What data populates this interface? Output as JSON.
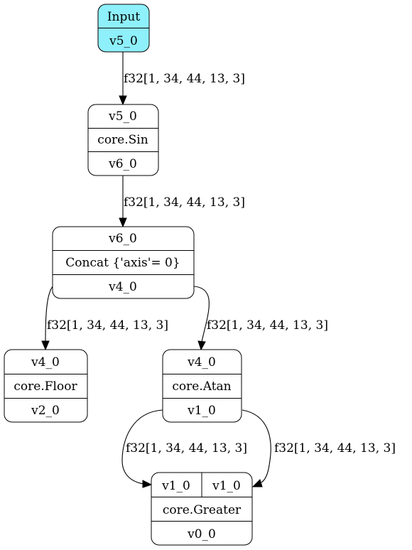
{
  "nodes": {
    "input": {
      "title": "Input",
      "output": "v5_0"
    },
    "sin": {
      "input": "v5_0",
      "op": "core.Sin",
      "output": "v6_0"
    },
    "concat": {
      "input": "v6_0",
      "op": "Concat {'axis'= 0}",
      "output": "v4_0"
    },
    "floor": {
      "input": "v4_0",
      "op": "core.Floor",
      "output": "v2_0"
    },
    "atan": {
      "input": "v4_0",
      "op": "core.Atan",
      "output": "v1_0"
    },
    "greater": {
      "input_a": "v1_0",
      "input_b": "v1_0",
      "op": "core.Greater",
      "output": "v0_0"
    }
  },
  "edges": {
    "input_to_sin": "f32[1, 34, 44, 13, 3]",
    "sin_to_concat": "f32[1, 34, 44, 13, 3]",
    "concat_to_floor": "f32[1, 34, 44, 13, 3]",
    "concat_to_atan": "f32[1, 34, 44, 13, 3]",
    "atan_to_greater_a": "f32[1, 34, 44, 13, 3]",
    "atan_to_greater_b": "f32[1, 34, 44, 13, 3]"
  },
  "colors": {
    "input_fill": "#8ef0fb",
    "stroke": "#000000"
  }
}
